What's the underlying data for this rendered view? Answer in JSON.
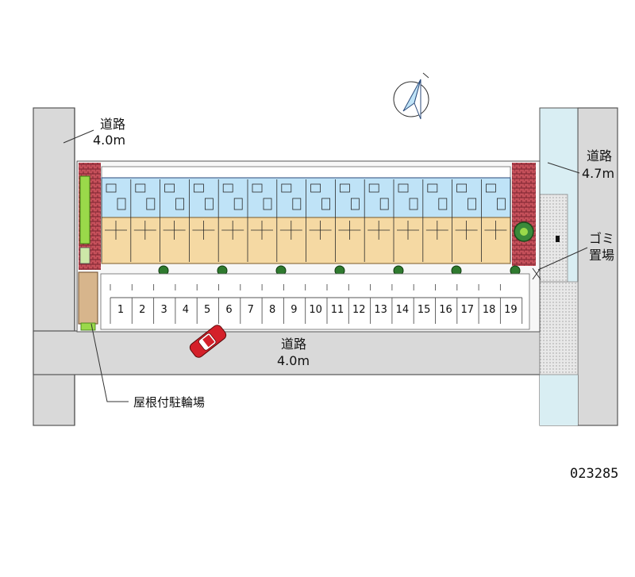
{
  "roads": {
    "left": {
      "name": "道路",
      "width": "4.0m"
    },
    "right": {
      "name": "道路",
      "width": "4.7m"
    },
    "bottom": {
      "name": "道路",
      "width": "4.0m"
    }
  },
  "labels": {
    "garbage_line1": "ゴミ",
    "garbage_line2": "置場",
    "bicycle_parking": "屋根付駐輪場"
  },
  "parking_slots": [
    "1",
    "2",
    "3",
    "4",
    "5",
    "6",
    "7",
    "8",
    "9",
    "10",
    "11",
    "12",
    "13",
    "14",
    "15",
    "16",
    "17",
    "18",
    "19"
  ],
  "property_id": "023285",
  "colors": {
    "road": "#d9d9d9",
    "water": "#d9eef3",
    "building_blue": "#bfe3f7",
    "building_tan": "#f5d9a3",
    "brick": "#b5404a",
    "car": "#d4202a",
    "greenery": "#9ad94a"
  }
}
